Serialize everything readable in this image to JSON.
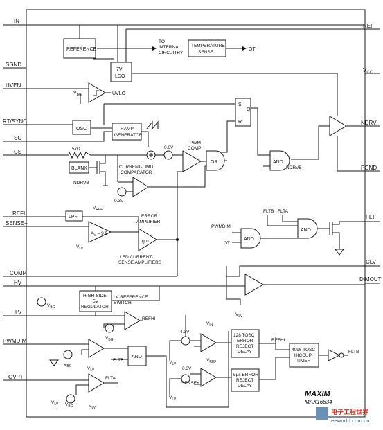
{
  "colors": {
    "ink": "#1a1a1a",
    "watermark_red": "#c0392b",
    "watermark_blue": "#2c5d8f"
  },
  "pins_left": {
    "in": "IN",
    "sgnd": "SGND",
    "uven": "UVEN",
    "rtsync": "RT/SYNC",
    "sc": "SC",
    "cs": "CS",
    "refi": "REFI",
    "sense_plus": "SENSE+",
    "comp": "COMP",
    "hv": "HV",
    "lv": "LV",
    "pwmdim": "PWMDIM",
    "ovp_plus": "OVP+"
  },
  "pins_right": {
    "ref": "REF",
    "vcc": "V",
    "vcc_sub": "CC",
    "ndrv": "NDRV",
    "pgnd": "PGND",
    "flt": "FLT",
    "clv": "CLV",
    "dimout": "DIMOUT"
  },
  "blocks": {
    "reference": "REFERENCE",
    "to_internal_1": "TO",
    "to_internal_2": "INTERNAL",
    "to_internal_3": "CIRCUITRY",
    "ldo_1": "7V",
    "ldo_2": "LDO",
    "temp_1": "TEMPERATURE",
    "temp_2": "SENSE",
    "ot_out": "OT",
    "uvlo": "UVLO",
    "vbg": "V",
    "vbg_sub": "BG",
    "osc": "OSC",
    "ramp_1": "RAMP",
    "ramp_2": "GENERATOR",
    "s": "S",
    "q": "Q",
    "r": "R",
    "pwm_1": "PWM",
    "pwm_2": "COMP",
    "or": "OR",
    "and": "AND",
    "ndrvb": "NDRVB",
    "blank": "BLANK",
    "ndrvb_2": "NDRVB",
    "resistor": "5kΩ",
    "v06": "0.6V",
    "v03": "0.3V",
    "cl_1": "CURRENT-LIMIT",
    "cl_2": "COMPARATOR",
    "lpf": "LPF",
    "vref": "V",
    "vref_sub": "REF",
    "av": "A",
    "av_sub": "V",
    "av_eq": " = 9.9",
    "vlv": "V",
    "vlv_sub": "LV",
    "gm": "gm",
    "ea_1": "ERROR",
    "ea_2": "AMPLIFIER",
    "led_1": "LED CURRENT-",
    "led_2": "SENSE AMPLIFIERS",
    "fltb_in": "FLTB",
    "flta_in": "FLTA",
    "pwmdim_in": "PWMDIM",
    "ot_in": "OT",
    "hs_1": "HIGH-SIDE",
    "hs_2": "5V",
    "hs_3": "REGULATOR",
    "lvref_1": "LV REFERENCE",
    "lvref_2": "SWITCH",
    "refhi": "REFHI",
    "fltb_mid": "FLTB",
    "flta_out": "FLTA",
    "v43": "4.3V",
    "vin": "V",
    "vin_sub": "IN",
    "sense_plus_in": "SENSE+",
    "e128_1": "128 TOSC",
    "e128_2": "ERROR",
    "e128_3": "REJECT",
    "e128_4": "DELAY",
    "refhi_2": "REFHI",
    "e5_1": "5µs ERROR",
    "e5_2": "REJECT",
    "e5_3": "DELAY",
    "hic_1": "4096 TOSC",
    "hic_2": "HICCUP",
    "hic_3": "TIMER",
    "fltb_out": "FLTB"
  },
  "branding": {
    "logo": "MAXIM",
    "part": "MAX16834"
  },
  "watermark": {
    "cn": "电子工程世界",
    "url": "eeworld.com.cn"
  }
}
